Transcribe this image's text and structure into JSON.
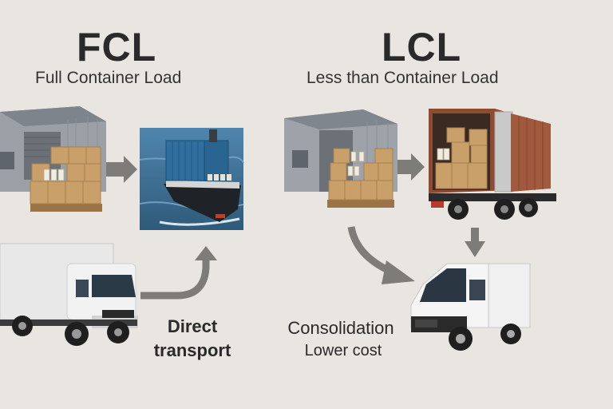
{
  "fcl": {
    "heading": "FCL",
    "subtitle": "Full Container Load"
  },
  "lcl": {
    "heading": "LCL",
    "subtitle": "Less than Container Load"
  },
  "captions": {
    "direct_line1": "Direct",
    "direct_line2": "transport",
    "consolidation": "Consolidation",
    "lower_cost": "Lower cost"
  },
  "colors": {
    "background": "#e9e6e1",
    "arrow": "#7e7c78",
    "warehouse": "#8d9298",
    "box": "#c9a06a",
    "container_blue": "#2f6e9e",
    "container_rust": "#a05a3e",
    "water": "#3d6b8c"
  }
}
